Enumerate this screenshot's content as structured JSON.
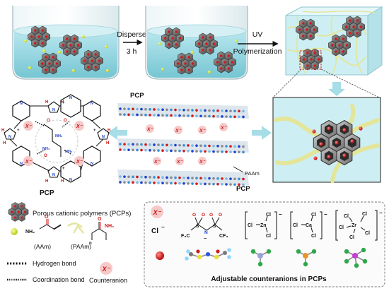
{
  "colors": {
    "water_top": "#bfe8ef",
    "water_body": "#8fd1dc",
    "gel_box": "#cdeff3",
    "arrow_blue": "#a6dde6",
    "counter_circle": "#f6c9c9",
    "ion_red": "#d21a1a",
    "nitrogen_blue": "#1d3fd0",
    "aam_yellow": "#d9e63a",
    "paam_chain": "#e3e59a"
  },
  "steps": {
    "disperse_label": "Disperse",
    "disperse_time": "3 h",
    "uv_label": "UV",
    "polymerization_label": "Polymerization"
  },
  "structure": {
    "pcp_label_left": "PCP",
    "pcp_label_mid_top": "PCP",
    "pcp_label_mid_bottom": "PCP",
    "paam_label": "PAAm",
    "n_atom": "N",
    "h_atom": "H",
    "o_atom": "O",
    "nh2_group": "NH₂",
    "plus_sign": "+",
    "counterion": "X⁻",
    "subscript_n": "n"
  },
  "legend": {
    "pcp": "Porous cationic polymers (PCPs)",
    "aam_formula_nh2": "NH₂",
    "aam_formula_o": "O",
    "aam": "(AAm)",
    "paam": "(PAAm)",
    "paam_o": "O",
    "paam_nh2": "NH₂",
    "paam_n": "n",
    "hydrogen_bond": "Hydrogen bond",
    "coordination_bond": "Coordination bond",
    "counterion_symbol": "X⁻",
    "counterion": "Counteranion"
  },
  "counteranions": {
    "x_symbol": "X⁻",
    "chloride": "Cl",
    "chloride_charge": "−",
    "tfsi_s": "S",
    "tfsi_n": "N",
    "tfsi_o": "O",
    "tfsi_cf3_left": "F₃C",
    "tfsi_cf3_right": "CF₃",
    "tfsi_charge": "−",
    "zn_cl_left": "Cl",
    "zn_center": "Zn",
    "zn_cl_top": "Cl",
    "zn_cl_bottom": "Cl",
    "zn_charge": "−",
    "ca_cl_left": "Cl",
    "ca_center": "Ca",
    "ca_cl_top": "Cl",
    "ca_cl_bottom": "Cl",
    "ca_charge": "−",
    "zr_cl_tl": "Cl",
    "zr_cl_tr": "Cl",
    "zr_center": "Zr",
    "zr_cl_l": "Cl",
    "zr_cl_r": "Cl",
    "zr_cl_b": "Cl",
    "zr_charge": "−",
    "caption": "Adjustable counteranions in PCPs"
  }
}
